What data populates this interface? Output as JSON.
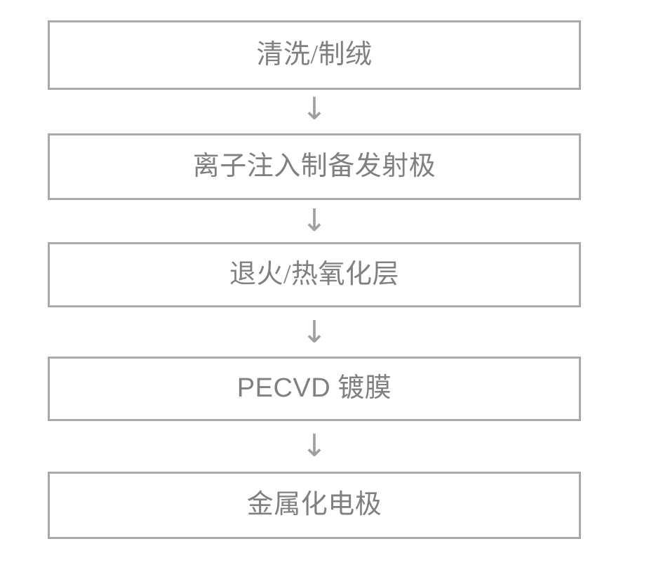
{
  "diagram": {
    "type": "flowchart",
    "orientation": "vertical",
    "background_color": "#ffffff",
    "box_border_color": "#a9a9a9",
    "text_color": "#808080",
    "arrow_color": "#a0a0a0",
    "arrow_glyph": "↓",
    "steps": [
      {
        "id": "step-1",
        "label": "清洗/制绒"
      },
      {
        "id": "step-2",
        "label": "离子注入制备发射极"
      },
      {
        "id": "step-3",
        "label": "退火/热氧化层"
      },
      {
        "id": "step-4",
        "label_latin": "PECVD",
        "label_cjk": " 镀膜"
      },
      {
        "id": "step-5",
        "label": "金属化电极"
      }
    ],
    "arrows": [
      {
        "id": "arrow-1",
        "glyph": "↓"
      },
      {
        "id": "arrow-2",
        "glyph": "↓"
      },
      {
        "id": "arrow-3",
        "glyph": "↓"
      },
      {
        "id": "arrow-4",
        "glyph": "↓"
      }
    ]
  }
}
